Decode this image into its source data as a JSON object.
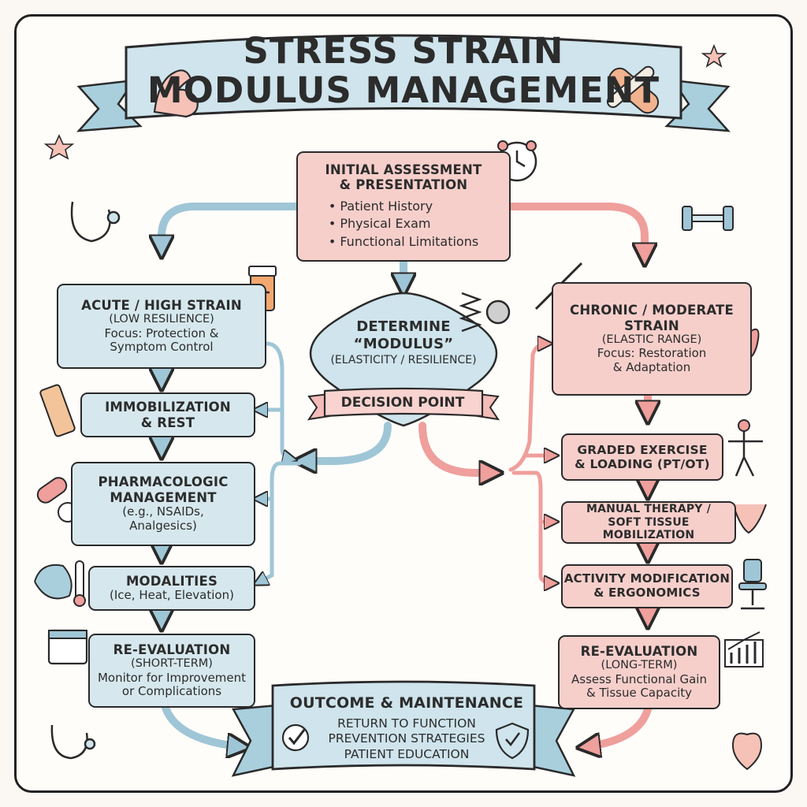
{
  "title": {
    "line1": "STRESS STRAIN",
    "line2": "MODULUS MANAGEMENT"
  },
  "initial_assessment": {
    "title_line1": "INITIAL ASSESSMENT",
    "title_line2": "& PRESENTATION",
    "bullets": [
      "Patient History",
      "Physical Exam",
      "Functional Limitations"
    ]
  },
  "decision": {
    "line1": "DETERMINE",
    "line2": "“MODULUS”",
    "line3": "(ELASTICITY / RESILIENCE)",
    "banner": "DECISION POINT"
  },
  "acute": {
    "header": {
      "title_line1": "ACUTE / HIGH STRAIN",
      "subtitle": "(LOW RESILIENCE)",
      "focus_line1": "Focus: Protection &",
      "focus_line2": "Symptom Control"
    },
    "immobilization": {
      "line1": "IMMOBILIZATION",
      "line2": "& REST"
    },
    "pharmacologic": {
      "line1": "PHARMACOLOGIC",
      "line2": "MANAGEMENT",
      "line3": "(e.g., NSAIDs,",
      "line4": "Analgesics)"
    },
    "modalities": {
      "line1": "MODALITIES",
      "line2": "(Ice, Heat, Elevation)"
    },
    "reevaluation": {
      "line1": "RE-EVALUATION",
      "line2": "(SHORT-TERM)",
      "line3": "Monitor for Improvement",
      "line4": "or Complications"
    }
  },
  "chronic": {
    "header": {
      "title_line1": "CHRONIC / MODERATE",
      "title_line2": "STRAIN",
      "subtitle": "(ELASTIC RANGE)",
      "focus_line1": "Focus: Restoration",
      "focus_line2": "& Adaptation"
    },
    "graded_exercise": {
      "line1": "GRADED EXERCISE",
      "line2": "& LOADING (PT/OT)"
    },
    "manual_therapy": {
      "line1": "MANUAL THERAPY /",
      "line2": "SOFT TISSUE MOBILIZATION"
    },
    "activity_modification": {
      "line1": "ACTIVITY MODIFICATION",
      "line2": "& ERGONOMICS"
    },
    "reevaluation": {
      "line1": "RE-EVALUATION",
      "line2": "(LONG-TERM)",
      "line3": "Assess Functional Gain",
      "line4": "& Tissue Capacity"
    }
  },
  "outcome": {
    "title": "OUTCOME & MAINTENANCE",
    "items": [
      "RETURN TO FUNCTION",
      "PREVENTION STRATEGIES",
      "PATIENT EDUCATION"
    ]
  },
  "colors": {
    "blue_fill": "#d6e8ee",
    "pink_fill": "#f6cfcb",
    "blue_arrow": "#9fc6d6",
    "pink_arrow": "#ef9f9c",
    "outline": "#2a2a2a"
  }
}
